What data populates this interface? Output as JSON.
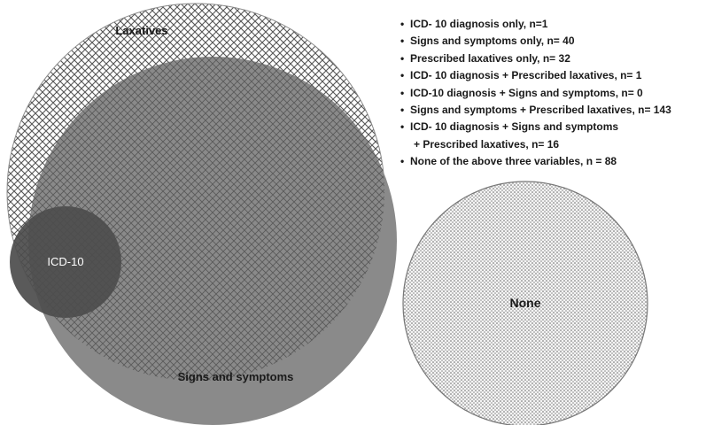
{
  "sets": {
    "laxatives": "Laxatives",
    "icd10": "ICD-10",
    "signs": "Signs and symptoms",
    "none": "None"
  },
  "legend": [
    {
      "text": "ICD- 10 diagnosis only, n=1"
    },
    {
      "text": "Signs and symptoms only, n= 40"
    },
    {
      "text": "Prescribed laxatives only, n= 32"
    },
    {
      "text": "ICD- 10 diagnosis + Prescribed laxatives, n= 1"
    },
    {
      "text": "ICD-10 diagnosis + Signs and symptoms, n= 0"
    },
    {
      "text": "Signs and symptoms + Prescribed laxatives, n= 143"
    },
    {
      "text": "ICD- 10 diagnosis + Signs and symptoms",
      "continuation": "+ Prescribed laxatives, n= 16"
    },
    {
      "text": "None of the above three variables, n = 88"
    }
  ],
  "colors": {
    "laxatives_hatch": "#555555",
    "signs_fill": "#8a8a8a",
    "icd10_fill": "#4d4d4d",
    "none_dots": "#666666",
    "outline": "#6e6e6e"
  }
}
